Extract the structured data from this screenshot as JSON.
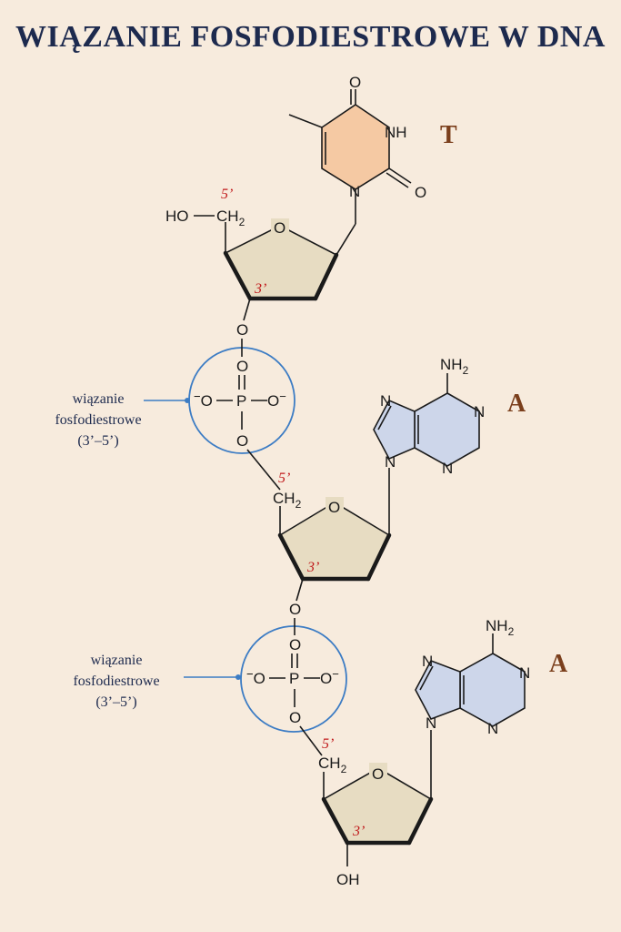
{
  "title": "WIĄZANIE FOSFODIESTROWE W DNA",
  "bases": [
    "T",
    "A",
    "A"
  ],
  "linkage_label": {
    "line1": "wiązanie",
    "line2": "fosfodiestrowe",
    "line3": "(3’–5’)"
  },
  "atoms": {
    "O": "O",
    "N": "N",
    "NH": "NH",
    "NH2": "NH",
    "NH2_sub": "2",
    "HO": "HO",
    "CH2": "CH",
    "CH2_sub": "2",
    "OH": "OH",
    "P": "P",
    "O_minus": "O"
  },
  "positions": {
    "five_prime": "5’",
    "three_prime": "3’"
  },
  "colors": {
    "background": "#f7ebdd",
    "title": "#1d2a4e",
    "pyrimidine_fill": "#f5c9a3",
    "purine_fill": "#cdd6ea",
    "sugar_fill": "#e7dcc2",
    "circle": "#3c7cc4",
    "numbering": "#c0181a",
    "base_letter": "#7b3f1c"
  }
}
